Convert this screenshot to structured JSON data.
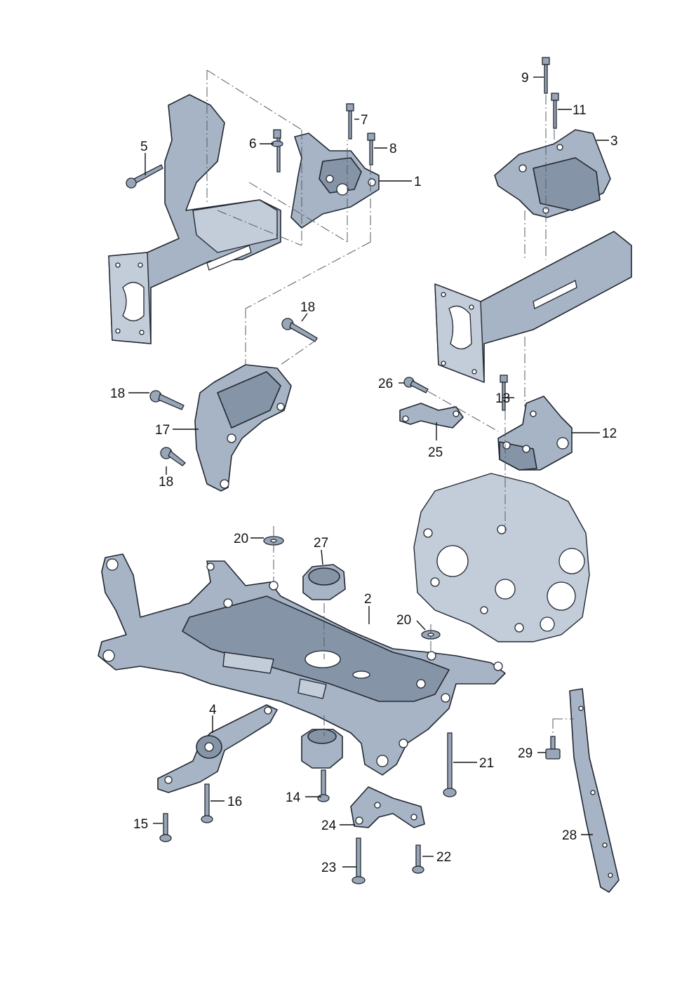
{
  "callouts": [
    {
      "id": "c1",
      "text": "1"
    },
    {
      "id": "c2",
      "text": "2"
    },
    {
      "id": "c3",
      "text": "3"
    },
    {
      "id": "c4",
      "text": "4"
    },
    {
      "id": "c5",
      "text": "5"
    },
    {
      "id": "c6",
      "text": "6"
    },
    {
      "id": "c7",
      "text": "7"
    },
    {
      "id": "c8",
      "text": "8"
    },
    {
      "id": "c9",
      "text": "9"
    },
    {
      "id": "c11",
      "text": "11"
    },
    {
      "id": "c12",
      "text": "12"
    },
    {
      "id": "c13",
      "text": "13"
    },
    {
      "id": "c14",
      "text": "14"
    },
    {
      "id": "c15",
      "text": "15"
    },
    {
      "id": "c16",
      "text": "16"
    },
    {
      "id": "c17",
      "text": "17"
    },
    {
      "id": "c18a",
      "text": "18"
    },
    {
      "id": "c18b",
      "text": "18"
    },
    {
      "id": "c18c",
      "text": "18"
    },
    {
      "id": "c20a",
      "text": "20"
    },
    {
      "id": "c20b",
      "text": "20"
    },
    {
      "id": "c21",
      "text": "21"
    },
    {
      "id": "c22",
      "text": "22"
    },
    {
      "id": "c23",
      "text": "23"
    },
    {
      "id": "c24",
      "text": "24"
    },
    {
      "id": "c25",
      "text": "25"
    },
    {
      "id": "c26",
      "text": "26"
    },
    {
      "id": "c27",
      "text": "27"
    },
    {
      "id": "c28",
      "text": "28"
    },
    {
      "id": "c29",
      "text": "29"
    }
  ]
}
